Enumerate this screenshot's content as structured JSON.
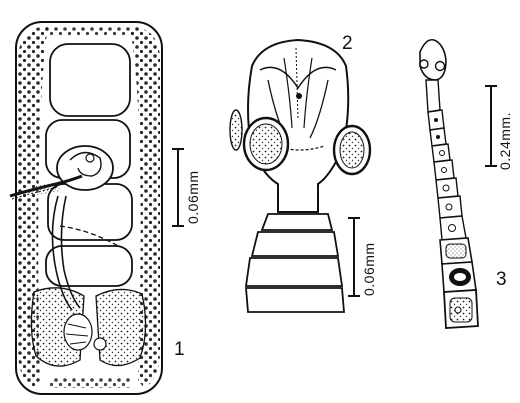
{
  "figures": [
    {
      "label": "1",
      "scale": "0.06mm"
    },
    {
      "label": "2",
      "scale": "0.06mm"
    },
    {
      "label": "3",
      "scale": "0.24mm."
    }
  ],
  "colors": {
    "ink": "#111111",
    "paper": "#ffffff"
  }
}
